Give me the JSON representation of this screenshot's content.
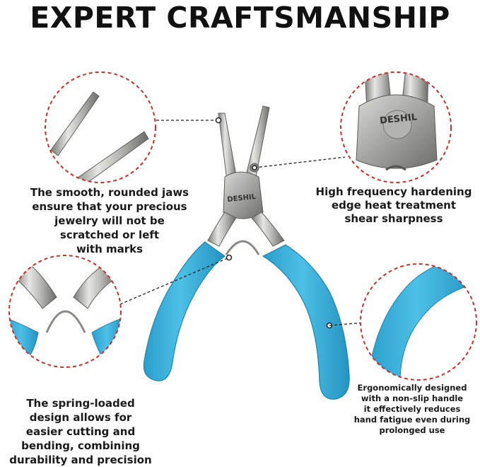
{
  "title": "EXPERT CRAFTSMANSHIP",
  "brand": "DESHIL",
  "colors": {
    "handle": "#35aed8",
    "handle_shade": "#1f8fbd",
    "steel": "#b9b9b6",
    "steel_dark": "#6f6f6c",
    "callout_ring": "#c8302a",
    "text": "#1a1a1a"
  },
  "callouts": {
    "jaws": {
      "lines": [
        "The smooth, rounded jaws",
        "ensure that your precious",
        "jewelry will not be",
        "scratched or left",
        "with marks"
      ]
    },
    "hardening": {
      "lines": [
        "High frequency hardening",
        "edge heat treatment",
        "shear sharpness"
      ]
    },
    "spring": {
      "lines": [
        "The spring-loaded",
        "design allows for",
        "easier cutting and",
        "bending, combining",
        "durability and precision"
      ]
    },
    "handle": {
      "lines": [
        "Ergonomically designed",
        "with a non-slip handle",
        "it effectively reduces",
        "hand fatigue even during",
        "prolonged use"
      ]
    }
  }
}
